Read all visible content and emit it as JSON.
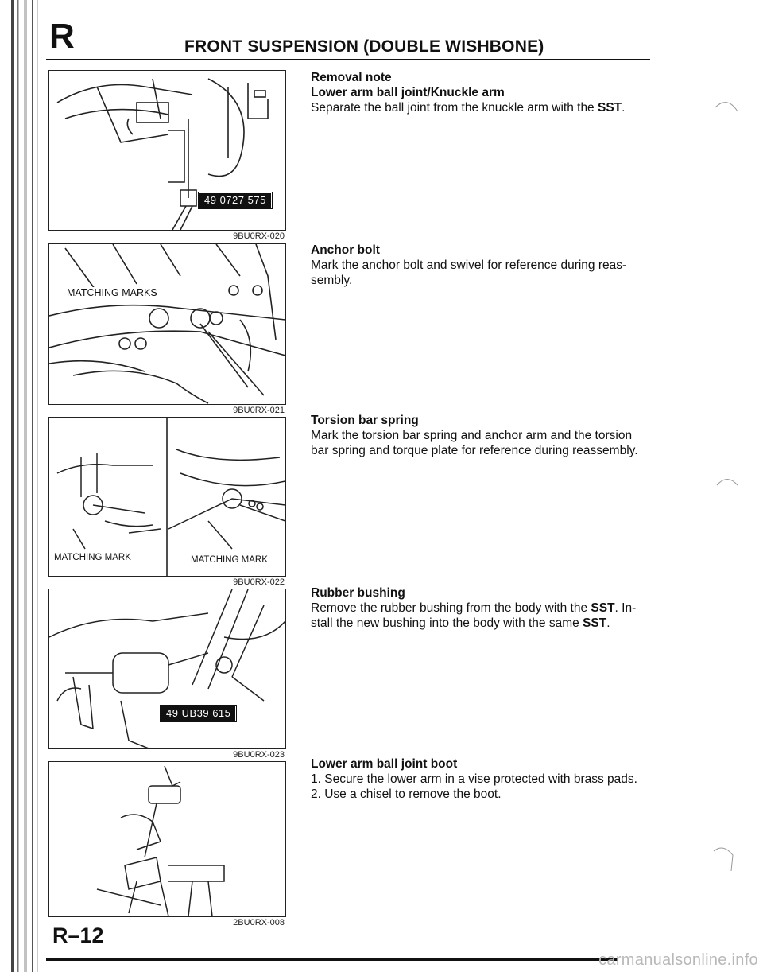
{
  "header": {
    "section_letter": "R",
    "title": "FRONT SUSPENSION (DOUBLE WISHBONE)"
  },
  "figures": [
    {
      "code": "9BU0RX-020",
      "sst": "49 0727 575"
    },
    {
      "code": "9BU0RX-021",
      "callout": "MATCHING MARKS"
    },
    {
      "code": "9BU0RX-022",
      "callout_left": "MATCHING MARK",
      "callout_right": "MATCHING MARK"
    },
    {
      "code": "9BU0RX-023",
      "sst": "49 UB39 615"
    },
    {
      "code": "2BU0RX-008"
    }
  ],
  "sections": {
    "removal": {
      "heading": "Removal note",
      "subheading": "Lower arm ball joint/Knuckle arm",
      "text_before": "Separate the ball joint from the knuckle arm with the ",
      "bold": "SST",
      "text_after": "."
    },
    "anchor": {
      "heading": "Anchor bolt",
      "line1": "Mark the anchor bolt and swivel for reference during reas-",
      "line2": "sembly."
    },
    "torsion": {
      "heading": "Torsion bar spring",
      "line1": "Mark the torsion bar spring and anchor arm and the torsion",
      "line2": "bar spring and torque plate for reference during reassembly."
    },
    "bushing": {
      "heading": "Rubber bushing",
      "line1_before": "Remove the rubber bushing from the body with the ",
      "line1_bold": "SST",
      "line1_after": ". In-",
      "line2_before": "stall the new bushing into the body with the same ",
      "line2_bold": "SST",
      "line2_after": "."
    },
    "boot": {
      "heading": "Lower arm ball joint boot",
      "step1": "1. Secure the lower arm in a vise protected with brass pads.",
      "step2": "2. Use a chisel to remove the boot."
    }
  },
  "footer": {
    "page_number": "R–12",
    "watermark": "carmanualsonline.info"
  }
}
